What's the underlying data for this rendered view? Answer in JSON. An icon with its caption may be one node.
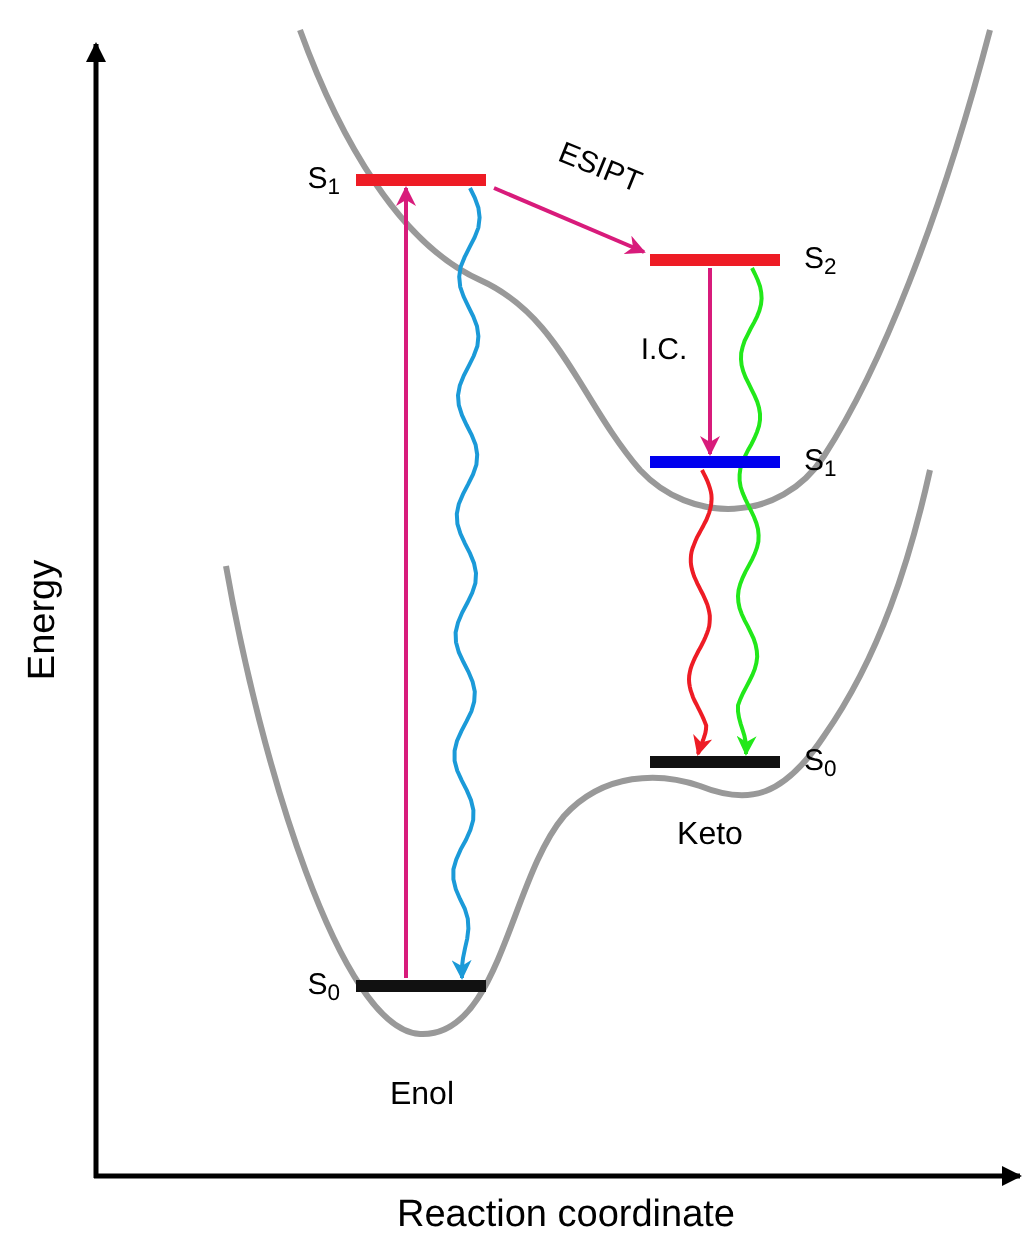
{
  "diagram": {
    "nodes": [
      {
        "text": [
          "S$_{1}$"
        ]
      },
      {
        "text": [
          "S$_{2}$"
        ]
      },
      {
        "text": [
          "S$_{1}$"
        ]
      },
      {
        "text": [
          "S$_{0}$"
        ]
      },
      {
        "text": [
          "S$_{0}$"
        ]
      }
    ],
    "edges": [
      {
        "from": 4,
        "to": 0,
        "arrow": "to"
      },
      {
        "from": 0,
        "to": 4,
        "arrow": "to",
        "color": "#1b9ad8"
      },
      {
        "from": 0,
        "to": 1,
        "arrow": "to",
        "label": "ESIPT"
      },
      {
        "from": 1,
        "to": 2,
        "arrow": "to",
        "label": "I.C."
      },
      {
        "from": 2,
        "to": 3,
        "arrow": "to",
        "color": "#ee1c25"
      },
      {
        "from": 1,
        "to": 3,
        "arrow": "to",
        "color": "#22e81a"
      }
    ],
    "labels": [
      "Energy",
      "Keto",
      "Enol",
      "Reaction coordinate"
    ]
  }
}
